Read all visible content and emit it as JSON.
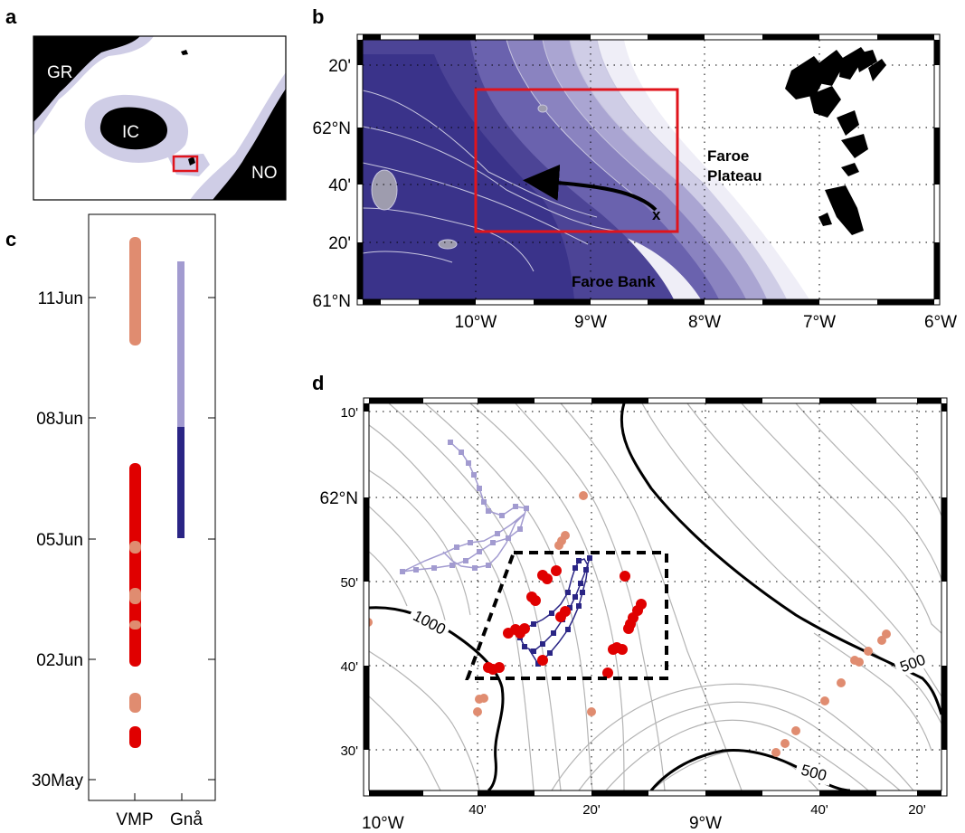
{
  "panel_letters": {
    "a": "a",
    "b": "b",
    "c": "c",
    "d": "d"
  },
  "panel_a": {
    "labels": {
      "greenland": "GR",
      "iceland": "IC",
      "norway": "NO"
    }
  },
  "panel_b": {
    "x_ticks": [
      "10°W",
      "9°W",
      "8°W",
      "7°W",
      "6°W"
    ],
    "y_ticks": [
      "61°N",
      "20'",
      "40'",
      "62°N",
      "20'"
    ],
    "labels": {
      "plateau_1": "Faroe",
      "plateau_2": "Plateau",
      "bank": "Faroe Bank",
      "x_mark": "x"
    }
  },
  "panel_c": {
    "y_ticks": [
      "30May",
      "02Jun",
      "05Jun",
      "08Jun",
      "11Jun"
    ],
    "x_ticks": [
      "VMP",
      "Gnå"
    ]
  },
  "panel_d": {
    "x_ticks": [
      "10°W",
      "40'",
      "20'",
      "9°W",
      "40'",
      "20'"
    ],
    "y_ticks": [
      "30'",
      "40'",
      "50'",
      "62°N",
      "10'"
    ],
    "contour_labels": {
      "c1000": "1000",
      "c500a": "500",
      "c500b": "500"
    }
  },
  "colors": {
    "vmp_early": "#e00000",
    "vmp_late": "#e08c70",
    "glider_early": "#2a2585",
    "glider_late": "#a29bd0",
    "land": "#000000",
    "shelf": "#cfcde6",
    "dashed_box": "#000000",
    "study_box": "#e0141c"
  },
  "icons": {
    "arrow": "flow-arrow-icon"
  }
}
